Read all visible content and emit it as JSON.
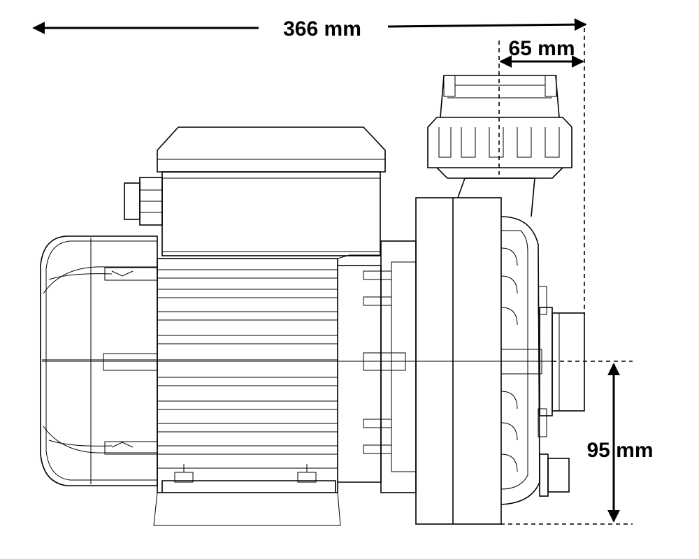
{
  "dimensions": {
    "overall_length": "366 mm",
    "outlet_offset": "65 mm",
    "shaft_height": "95 mm"
  },
  "colors": {
    "line": "#000000",
    "background": "#ffffff"
  }
}
